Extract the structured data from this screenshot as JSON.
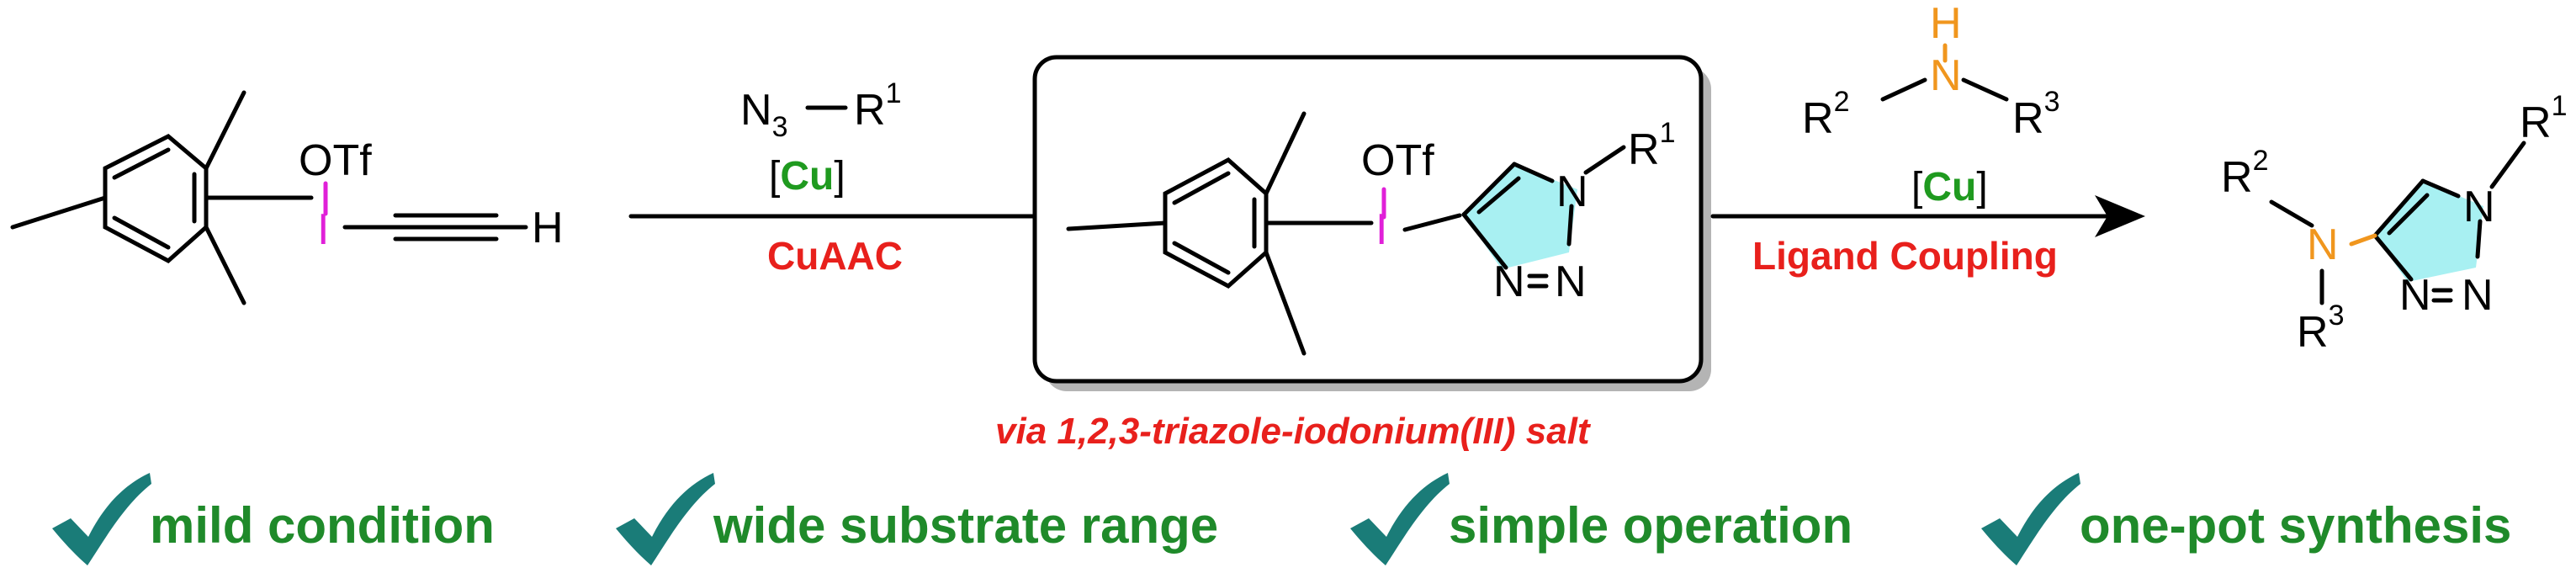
{
  "colors": {
    "iodine": "#e020d8",
    "amine_nitrogen": "#f0961e",
    "reaction_label": "#e8201c",
    "copper": "#1f9a1f",
    "feature_text": "#1f8a2a",
    "checkmark": "#1a7c78",
    "triazole_fill": "#a8f0f2"
  },
  "reagent1": {
    "otf": "OTf",
    "iodine": "I",
    "hydrogen": "H"
  },
  "step1": {
    "azide_n": "N",
    "azide_sub": "3",
    "azide_r": "R",
    "azide_r_sup": "1",
    "catalyst_open": "[",
    "catalyst": "Cu",
    "catalyst_close": "]",
    "label": "CuAAC"
  },
  "intermediate": {
    "otf": "OTf",
    "iodine": "I",
    "n1": "N",
    "n2": "N",
    "n3": "N",
    "r": "R",
    "r_sup": "1",
    "caption": "via 1,2,3-triazole-iodonium(III) salt"
  },
  "step2": {
    "amine_h": "H",
    "amine_n": "N",
    "r2": "R",
    "r2_sup": "2",
    "r3": "R",
    "r3_sup": "3",
    "catalyst_open": "[",
    "catalyst": "Cu",
    "catalyst_close": "]",
    "label": "Ligand Coupling"
  },
  "product": {
    "r1": "R",
    "r1_sup": "1",
    "r2": "R",
    "r2_sup": "2",
    "r3": "R",
    "r3_sup": "3",
    "amine_n": "N",
    "n1": "N",
    "n2": "N",
    "n3": "N"
  },
  "features": [
    {
      "icon": "check-mark-icon",
      "label": "mild condition"
    },
    {
      "icon": "check-mark-icon",
      "label": "wide substrate range"
    },
    {
      "icon": "check-mark-icon",
      "label": "simple operation"
    },
    {
      "icon": "check-mark-icon",
      "label": "one-pot synthesis"
    }
  ]
}
